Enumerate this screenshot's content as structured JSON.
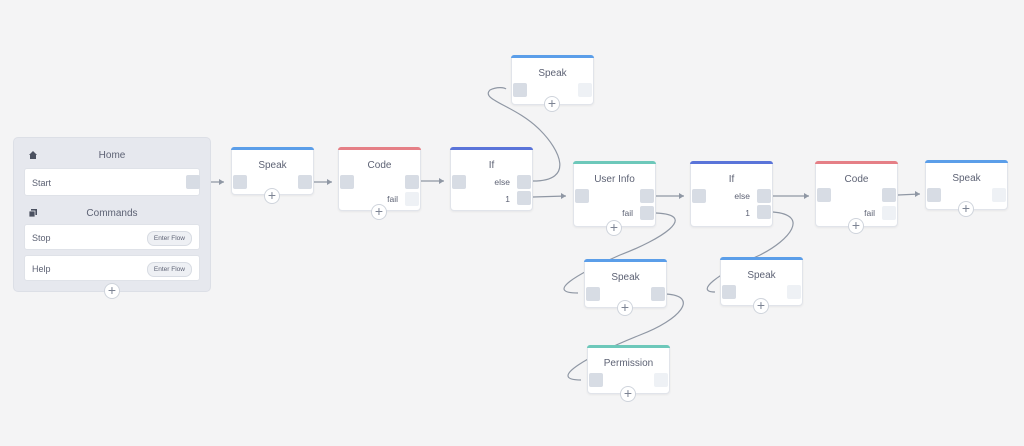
{
  "home": {
    "title": "Home",
    "start_label": "Start",
    "commands_title": "Commands",
    "commands": [
      {
        "label": "Stop",
        "button": "Enter Flow"
      },
      {
        "label": "Help",
        "button": "Enter Flow"
      }
    ]
  },
  "blocks": {
    "speak1": {
      "title": "Speak"
    },
    "code1": {
      "title": "Code",
      "fail": "fail"
    },
    "if1": {
      "title": "If",
      "else": "else",
      "one": "1"
    },
    "speak_top": {
      "title": "Speak"
    },
    "user_info": {
      "title": "User Info",
      "fail": "fail"
    },
    "speak_ui": {
      "title": "Speak"
    },
    "permission": {
      "title": "Permission"
    },
    "if2": {
      "title": "If",
      "else": "else",
      "one": "1"
    },
    "speak_if2": {
      "title": "Speak"
    },
    "code2": {
      "title": "Code",
      "fail": "fail"
    },
    "speak_end": {
      "title": "Speak"
    }
  },
  "colors": {
    "speak": "#5b9ee9",
    "code": "#e57f86",
    "if": "#5a74d9",
    "user": "#6dc8ba",
    "canvas": "#f4f4f5"
  },
  "icons": {
    "home": "home-icon",
    "commands": "commands-icon",
    "add": "plus-icon"
  },
  "plus_glyph": "+"
}
